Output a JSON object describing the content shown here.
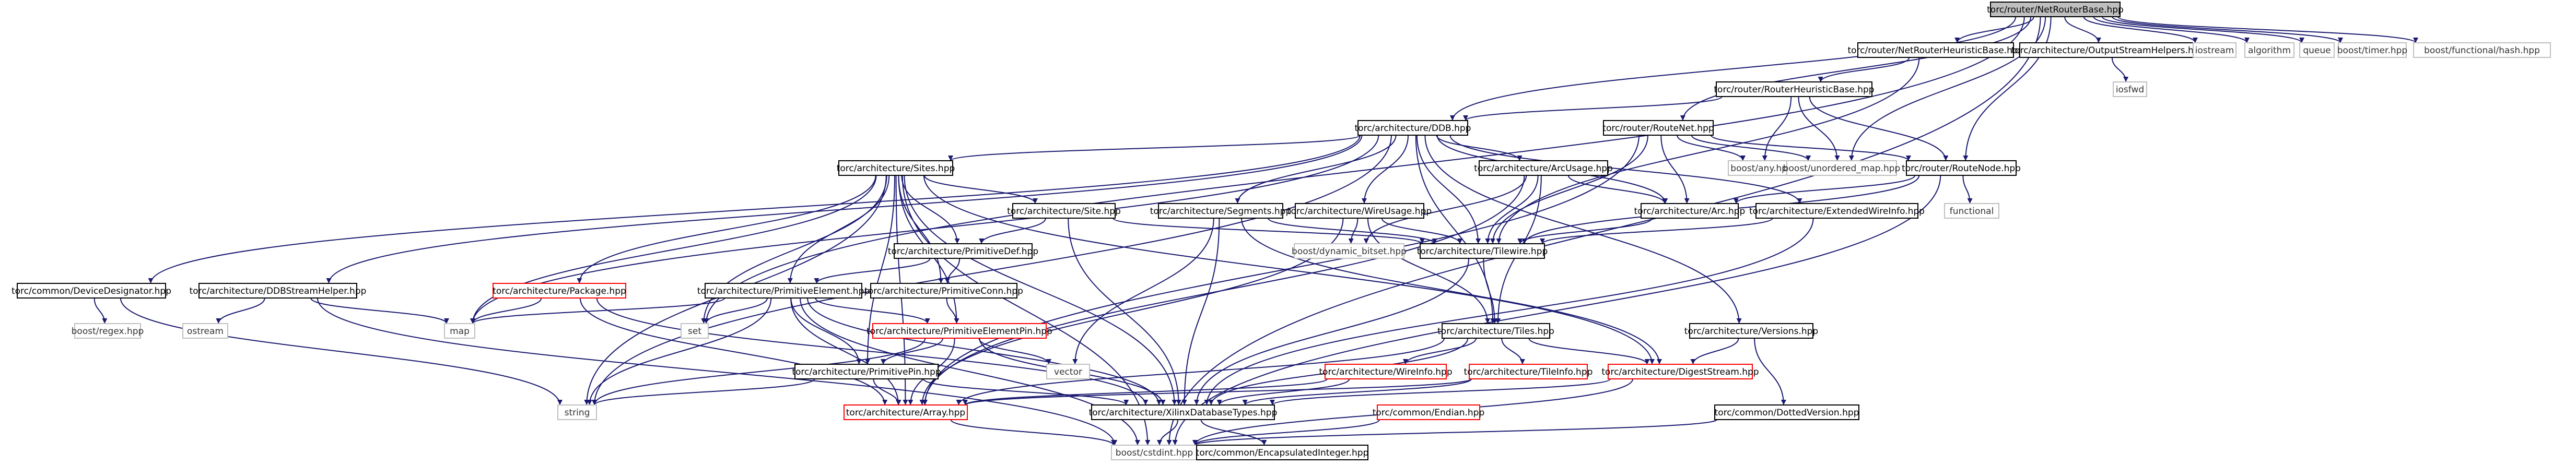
{
  "graph": {
    "nodes": {
      "root": "torc/router/NetRouterBase.hpp",
      "nrhb": "torc/router/NetRouterHeuristicBase.hpp",
      "osh": "torc/architecture/OutputStreamHelpers.hpp",
      "iostream": "iostream",
      "algorithm": "algorithm",
      "queue": "queue",
      "timer": "boost/timer.hpp",
      "fhash": "boost/functional/hash.hpp",
      "rhb": "torc/router/RouterHeuristicBase.hpp",
      "iosfwd": "iosfwd",
      "ddb": "torc/architecture/DDB.hpp",
      "rnet": "torc/router/RouteNet.hpp",
      "anyh": "boost/any.hpp",
      "umap": "boost/unordered_map.hpp",
      "rnode": "torc/router/RouteNode.hpp",
      "sites": "torc/architecture/Sites.hpp",
      "arcusage": "torc/architecture/ArcUsage.hpp",
      "functional": "functional",
      "site": "torc/architecture/Site.hpp",
      "segments": "torc/architecture/Segments.hpp",
      "wireusage": "torc/architecture/WireUsage.hpp",
      "arc": "torc/architecture/Arc.hpp",
      "ewi": "torc/architecture/ExtendedWireInfo.hpp",
      "pdef": "torc/architecture/PrimitiveDef.hpp",
      "dynbs": "boost/dynamic_bitset.hpp",
      "tilewire": "torc/architecture/Tilewire.hpp",
      "devdes": "torc/common/DeviceDesignator.hpp",
      "ddbsh": "torc/architecture/DDBStreamHelper.hpp",
      "package": "torc/architecture/Package.hpp",
      "pconn": "torc/architecture/PrimitiveConn.hpp",
      "pelem": "torc/architecture/PrimitiveElement.hpp",
      "regex": "boost/regex.hpp",
      "ostream": "ostream",
      "map": "map",
      "set": "set",
      "pepin": "torc/architecture/PrimitiveElementPin.hpp",
      "versions": "torc/architecture/Versions.hpp",
      "tiles": "torc/architecture/Tiles.hpp",
      "ppin": "torc/architecture/PrimitivePin.hpp",
      "vector": "vector",
      "wireinfo": "torc/architecture/WireInfo.hpp",
      "tileinfo": "torc/architecture/TileInfo.hpp",
      "digest": "torc/architecture/DigestStream.hpp",
      "string": "string",
      "array": "torc/architecture/Array.hpp",
      "xdbt": "torc/architecture/XilinxDatabaseTypes.hpp",
      "endian": "torc/common/Endian.hpp",
      "dotver": "torc/common/DottedVersion.hpp",
      "cstdint": "boost/cstdint.hpp",
      "encint": "torc/common/EncapsulatedInteger.hpp"
    }
  }
}
